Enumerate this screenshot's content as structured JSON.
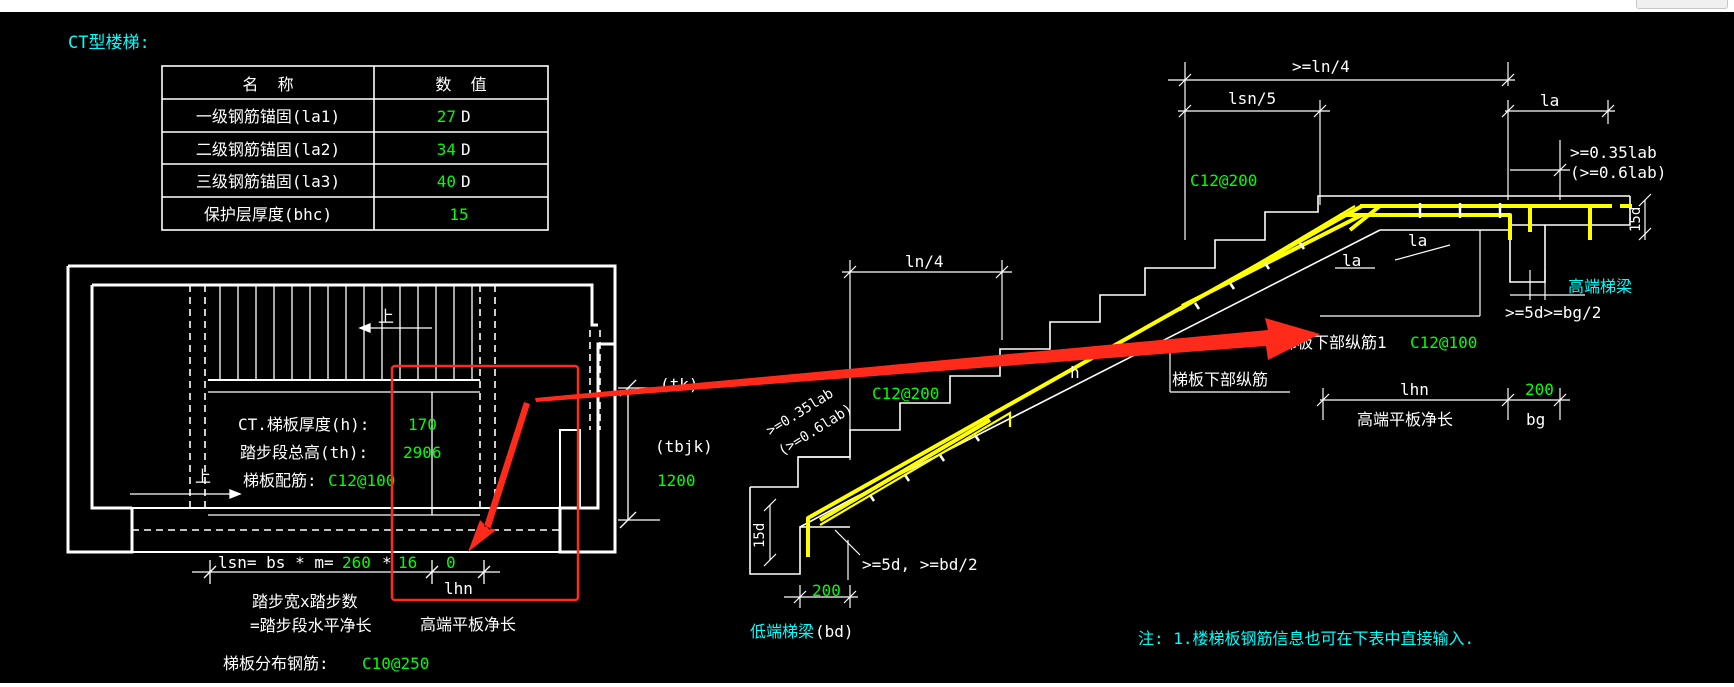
{
  "title": "CT型楼梯:",
  "table": {
    "header": [
      "名  称",
      "数  值"
    ],
    "rows": [
      {
        "label": "一级钢筋锚固(la1)",
        "value": "27",
        "unit": "D"
      },
      {
        "label": "二级钢筋锚固(la2)",
        "value": "34",
        "unit": "D"
      },
      {
        "label": "三级钢筋锚固(la3)",
        "value": "40",
        "unit": "D"
      },
      {
        "label": "保护层厚度(bhc)",
        "value": "15",
        "unit": ""
      }
    ]
  },
  "plan": {
    "up1": "上",
    "up2": "上",
    "thickness_label": "CT.梯板厚度(h):",
    "thickness_value": "170",
    "height_label": "踏步段总高(th):",
    "height_value": "2906",
    "rebar_label": "梯板配筋:",
    "rebar_value": "C12@100",
    "tk": "(tk)",
    "tbjk": "(tbjk)",
    "tbjk_value": "1200",
    "lsn_label": "lsn= bs * m=",
    "bs_value": "260",
    "times": "*",
    "m_value": "16",
    "lhn_value": "0",
    "lhn_label": "lhn",
    "note1": "踏步宽x踏步数",
    "note2": "=踏步段水平净长",
    "note3": "高端平板净长",
    "dist_label": "梯板分布钢筋:",
    "dist_value": "C10@250"
  },
  "section": {
    "dim_ln4_top": ">=ln/4",
    "dim_lsn5": "lsn/5",
    "dim_la_top": "la",
    "dim_035lab_r": ">=0.35lab",
    "dim_06lab_r": "(>=0.6lab)",
    "c12_top": "C12@200",
    "la_mid1": "la",
    "la_mid2": "la",
    "d15_right": "15d",
    "high_beam": "高端梯梁",
    "bg_rule": ">=5d>=bg/2",
    "bottom_rebar_1": "梯板下部纵筋1",
    "bottom_rebar_1_value": "C12@100",
    "bottom_rebar": "梯板下部纵筋",
    "lhn": "lhn",
    "bg_value": "200",
    "high_slab": "高端平板净长",
    "bg": "bg",
    "dim_ln4": "ln/4",
    "h": "h",
    "c12_low": "C12@200",
    "dim_035lab_l": ">=0.35lab",
    "dim_06lab_l": "(>=0.6lab)",
    "d15_left": "15d",
    "bd_rule": ">=5d, >=bd/2",
    "bd_value": "200",
    "low_beam": "低端梯梁",
    "bd": "(bd)"
  },
  "footnote": "注: 1.楼梯板钢筋信息也可在下表中直接输入.",
  "colors": {
    "background": "#000000",
    "line": "#ffffff",
    "cyan": "#00ffff",
    "green": "#00ff00",
    "yellow": "#ffff00",
    "red": "#ff2a1a"
  }
}
